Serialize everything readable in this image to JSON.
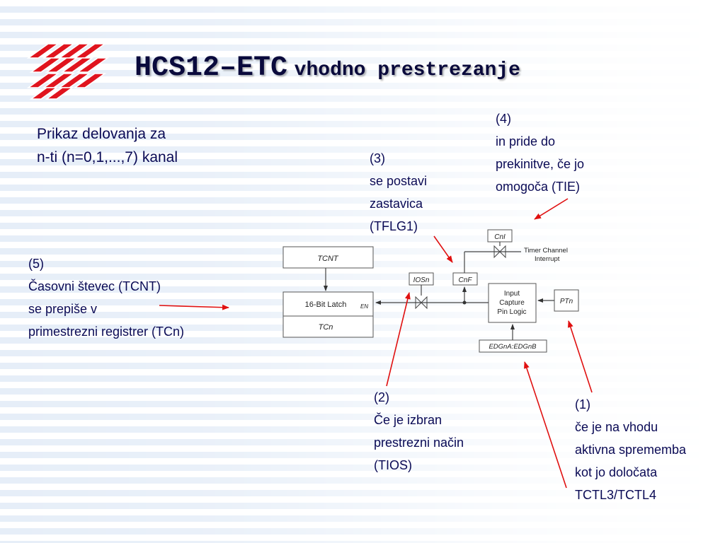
{
  "title": {
    "main": "HCS12–ETC",
    "sub": "vhodno prestrezanje"
  },
  "subtitle": [
    "Prikaz delovanja za",
    "n-ti (n=0,1,...,7)  kanal"
  ],
  "annotations": {
    "a1": [
      "(1)",
      "če je na vhodu",
      "aktivna sprememba",
      "kot jo določata",
      "TCTL3/TCTL4"
    ],
    "a2": [
      "(2)",
      "Če je izbran",
      "prestrezni način",
      "(TIOS)"
    ],
    "a3": [
      "(3)",
      "se postavi",
      "zastavica",
      "(TFLG1)"
    ],
    "a4": [
      "(4)",
      "in pride do",
      "prekinitve, če jo",
      "omogoča (TIE)"
    ],
    "a5": [
      "(5)",
      "Časovni števec (TCNT)",
      "se prepiše v",
      "primestrezni registrer (TCn)"
    ]
  },
  "diagram": {
    "tcnt": "TCNT",
    "latch": "16-Bit Latch",
    "en": "EN",
    "tcn": "TCn",
    "iosn": "IOSn",
    "cnf": "CnF",
    "cni": "CnI",
    "timer_channel": [
      "Timer Channel",
      "Interrupt"
    ],
    "input_capture": [
      "Input",
      "Capture",
      "Pin Logic"
    ],
    "ptn": "PTn",
    "edg": "EDGnA:EDGnB"
  },
  "colors": {
    "arrow": "#e01010",
    "text": "#0a0a55",
    "title": "#0a0a3c",
    "logo": "#e0141e"
  }
}
